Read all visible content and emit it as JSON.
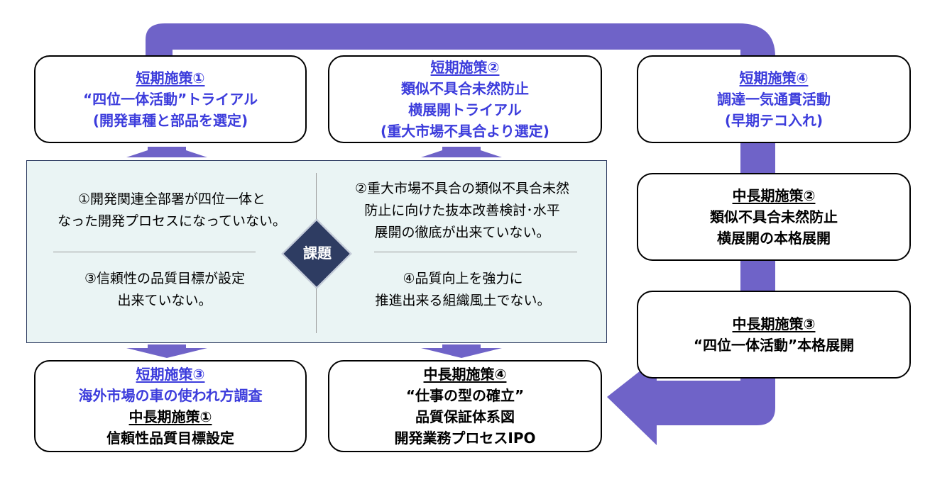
{
  "boxes": {
    "short1": {
      "title": "短期施策①",
      "line1": "“四位一体活動”トライアル",
      "line2": "(開発車種と部品を選定)"
    },
    "short2": {
      "title": "短期施策②",
      "line1": "類似不具合未然防止",
      "line2": "横展開トライアル",
      "line3": "(重大市場不具合より選定)"
    },
    "short4": {
      "title": "短期施策④",
      "line1": "調達一気通貫活動",
      "line2": "(早期テコ入れ)"
    },
    "mid2": {
      "title": "中長期施策②",
      "line1": "類似不具合未然防止",
      "line2": "横展開の本格展開"
    },
    "mid3": {
      "title": "中長期施策③",
      "line1": "“四位一体活動”本格展開"
    },
    "short3": {
      "title": "短期施策③",
      "line1": "海外市場の車の使われ方調査",
      "title2": "中長期施策①",
      "line2": "信頼性品質目標設定"
    },
    "mid4": {
      "title": "中長期施策④",
      "line1": "“仕事の型の確立”",
      "line2": "品質保証体系図",
      "line3": "開発業務プロセスIPO"
    }
  },
  "issues": {
    "center_label": "課題",
    "issue1": {
      "line1": "①開発関連全部署が四位一体と",
      "line2": "なった開発プロセスになっていない。"
    },
    "issue2": {
      "line1": "②重大市場不具合の類似不具合未然",
      "line2": "防止に向けた抜本改善検討･水平",
      "line3": "展開の徹底が出来ていない。"
    },
    "issue3": {
      "line1": "③信頼性の品質目標が設定",
      "line2": "出来ていない。"
    },
    "issue4": {
      "line1": "④品質向上を強力に",
      "line2": "推進出来る組織風土でない。"
    }
  },
  "colors": {
    "arrow": "#6f63c8",
    "panel_fill": "#eaf4f4",
    "diamond": "#2e3c62",
    "blue_text": "#3c3cdc"
  }
}
